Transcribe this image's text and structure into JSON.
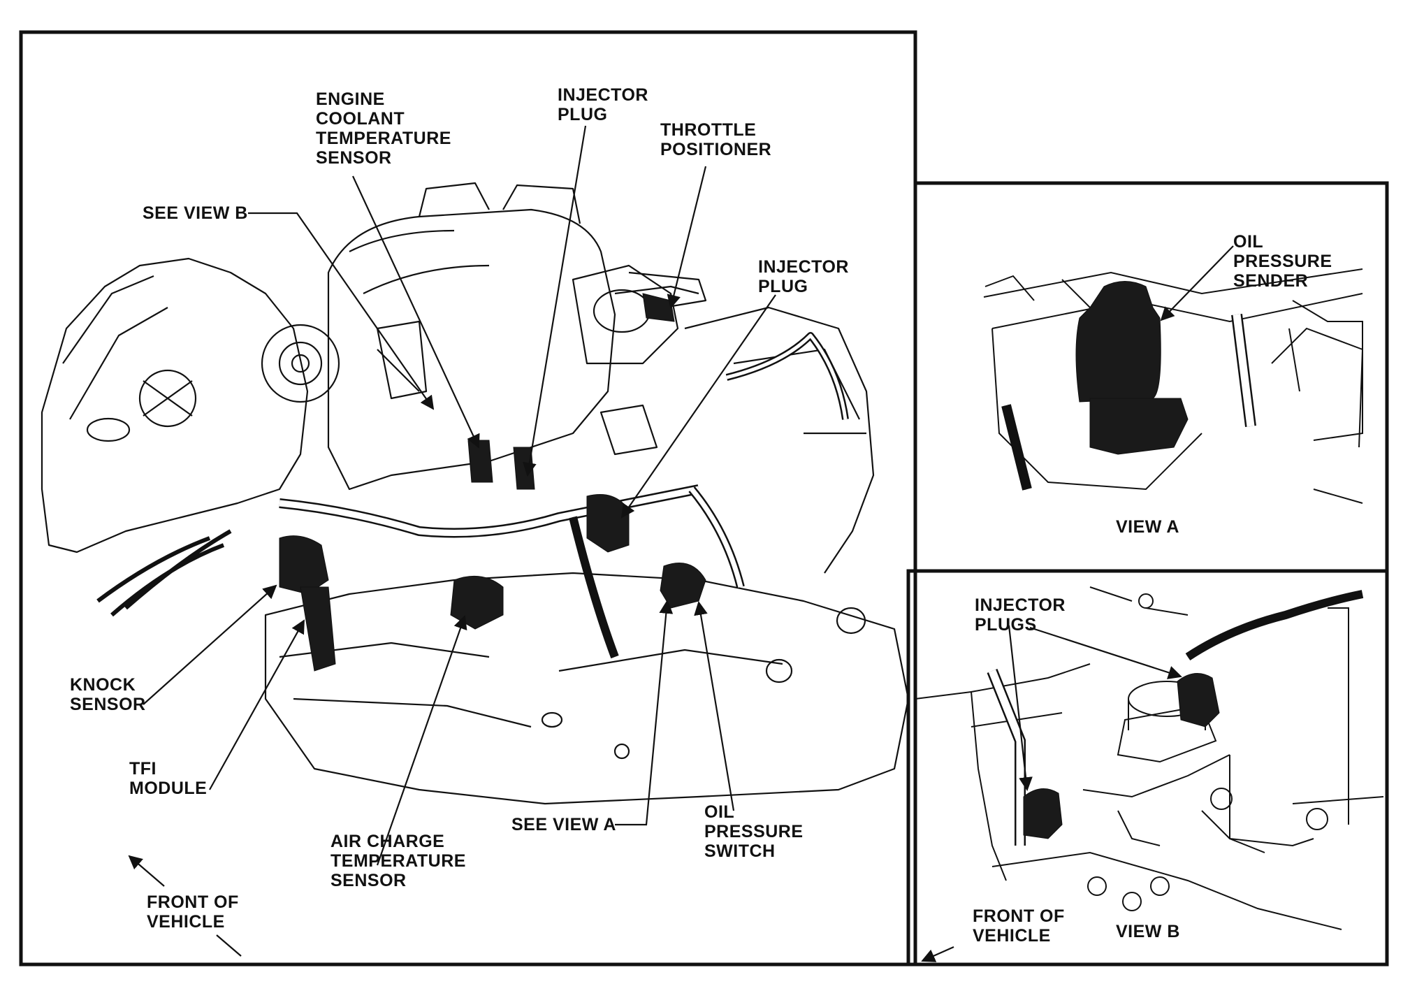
{
  "main_panel": {
    "labels": {
      "engine_coolant_temp_sensor": "ENGINE\nCOOLANT\nTEMPERATURE\nSENSOR",
      "injector_plug_top": "INJECTOR\nPLUG",
      "throttle_positioner": "THROTTLE\nPOSITIONER",
      "see_view_b": "SEE VIEW B",
      "injector_plug_right": "INJECTOR\nPLUG",
      "knock_sensor": "KNOCK\nSENSOR",
      "tfi_module": "TFI\nMODULE",
      "air_charge_temp_sensor": "AIR CHARGE\nTEMPERATURE\nSENSOR",
      "see_view_a": "SEE VIEW A",
      "oil_pressure_switch": "OIL\nPRESSURE\nSWITCH",
      "front_of_vehicle": "FRONT OF\nVEHICLE"
    }
  },
  "view_a_panel": {
    "labels": {
      "oil_pressure_sender": "OIL\nPRESSURE\nSENDER",
      "title": "VIEW A"
    }
  },
  "view_b_panel": {
    "labels": {
      "injector_plugs": "INJECTOR\nPLUGS",
      "front_of_vehicle": "FRONT OF\nVEHICLE",
      "title": "VIEW B"
    }
  },
  "colors": {
    "ink": "#111111",
    "paper": "#ffffff",
    "component_fill": "#1a1a1a"
  }
}
